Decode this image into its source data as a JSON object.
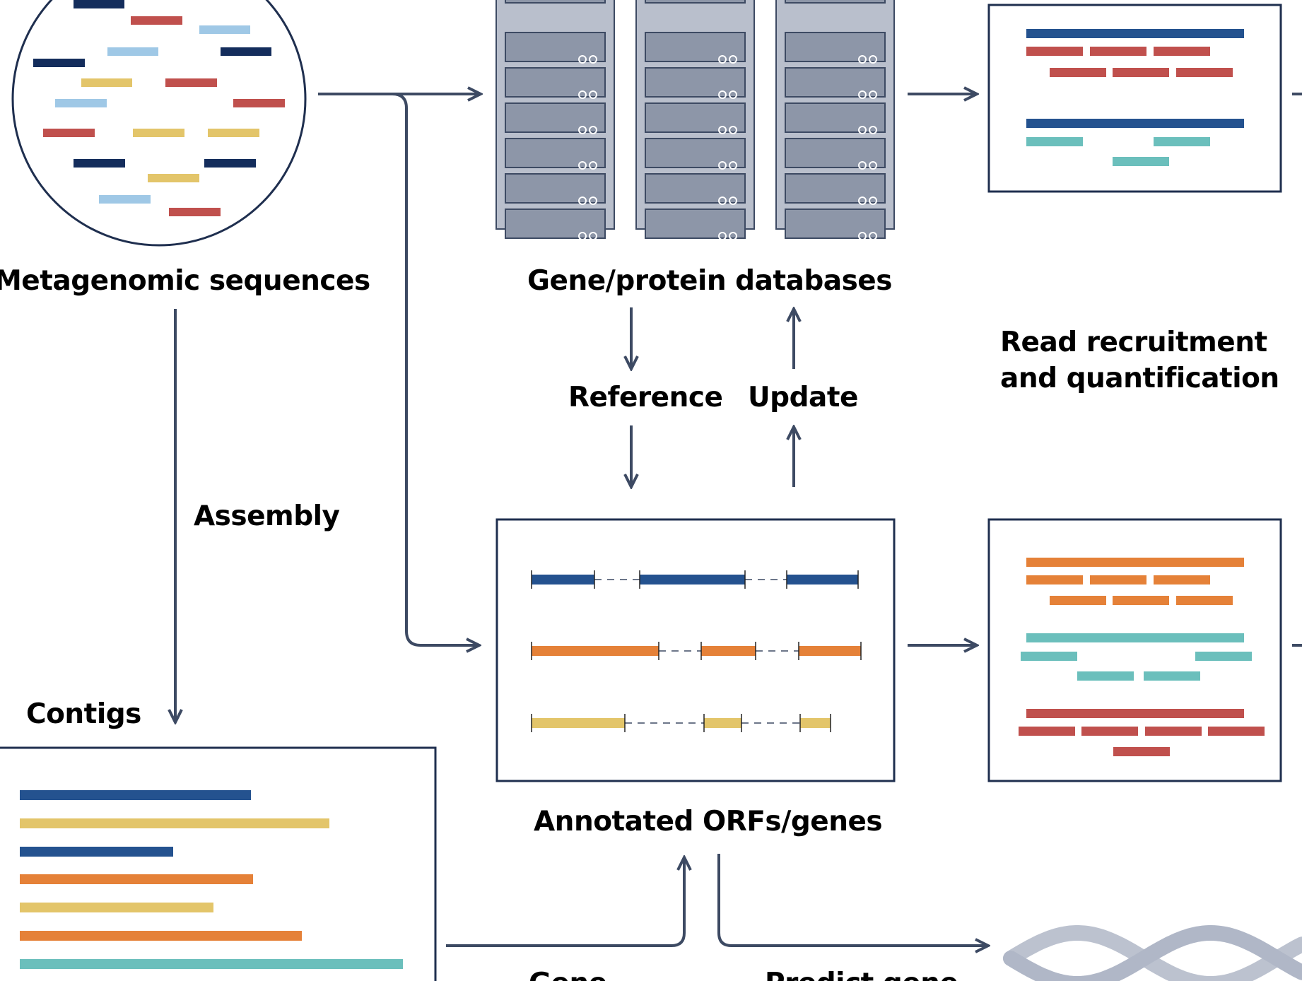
{
  "colors": {
    "navy": "#142d5c",
    "blue": "#24528f",
    "red": "#c0504d",
    "light_blue": "#9fc8e6",
    "yellow": "#e3c56a",
    "orange": "#e58138",
    "teal": "#6bbfbc",
    "arrow": "#3d4a63",
    "server_fill": "#8d96a8",
    "server_bg": "#b9bfcc",
    "dna": "#b0b7c7"
  },
  "labels": {
    "metagenomic_sequences": "Metagenomic sequences",
    "gene_protein_databases": "Gene/protein databases",
    "reference": "Reference",
    "update": "Update",
    "read_recruitment_line1": "Read recruitment",
    "read_recruitment_line2": "and quantification",
    "assembly": "Assembly",
    "contigs": "Contigs",
    "annotated_orfs_genes": "Annotated ORFs/genes",
    "gene_partial": "Gene",
    "predict_gene_partial": "Predict gene"
  },
  "icons": {
    "sequence_pool": "sample-circle-icon",
    "servers": "server-rack-icon",
    "dna": "dna-helix-icon"
  }
}
